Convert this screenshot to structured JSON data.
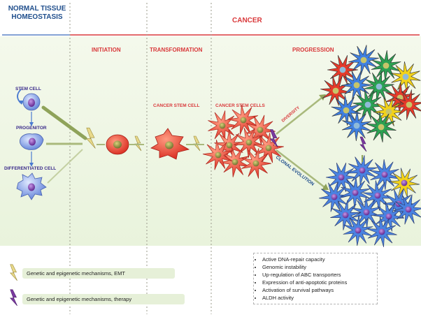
{
  "header": {
    "normal_tissue": "NORMAL TISSUE\nHOMEOSTASIS",
    "cancer": "CANCER"
  },
  "stages": {
    "initiation": "INITIATION",
    "transformation": "TRANSFORMATION",
    "progression": "PROGRESSION"
  },
  "cells": {
    "stem_cell": "STEM CELL",
    "progenitor": "PROGENITOR",
    "differentiated_cell": "DIFFERENTIATED CELL",
    "cancer_stem_cell": "CANCER STEM CELL",
    "cancer_stem_cells": "CANCER STEM CELLS"
  },
  "branches": {
    "diversity": "DIVERSITY",
    "clonal_evolution": "CLONAL EVOLUTION"
  },
  "legend": {
    "yellow_bolt": "Genetic and epigenetic mechanisms, EMT",
    "purple_bolt": "Genetic and epigenetic mechanisms, therapy"
  },
  "features": [
    "Active DNA-repair capacity",
    "Genomic instability",
    "Up-regulation of ABC transporters",
    "Expression of anti-apoptotic proteins",
    "Activation of survival pathways",
    "ALDH activity"
  ],
  "colors": {
    "normal_blue": "#1f4e8c",
    "cancer_red": "#d9383a",
    "band_green": "#eef6e2",
    "legend_green": "#e6f0d8",
    "bolt_yellow": "#e8d98a",
    "bolt_purple": "#7b3aa0"
  },
  "icons": {
    "yellow_bolt": "lightning-bolt-yellow-icon",
    "purple_bolt": "lightning-bolt-purple-icon"
  }
}
